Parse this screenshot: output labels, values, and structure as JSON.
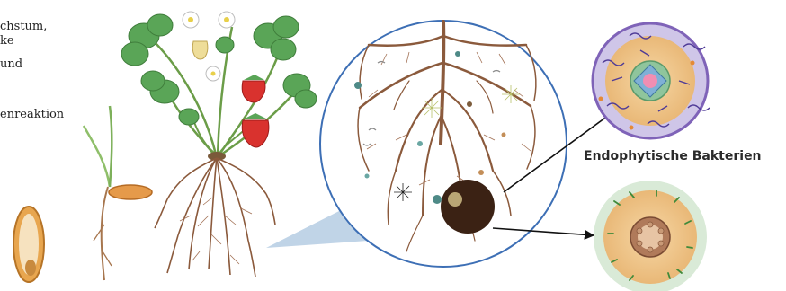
{
  "left_text": [
    "chstum,",
    "ke",
    "und",
    "",
    "enreaktion"
  ],
  "endophytic_label": "Endophytische Bakterien",
  "colors": {
    "root": "#8b5a3c",
    "root_dark": "#5e3a24",
    "zoom_border": "#3d6fb5",
    "zoom_cone": "#b9cfe4",
    "leaf": "#5aa557",
    "strawberry": "#d9322e",
    "seed": "#e0a04a",
    "arrow": "#111111"
  },
  "icons": [
    "seed-icon",
    "seedling-icon",
    "strawberry-plant-icon",
    "root-zoom-icon",
    "root-cross-section-icon"
  ]
}
